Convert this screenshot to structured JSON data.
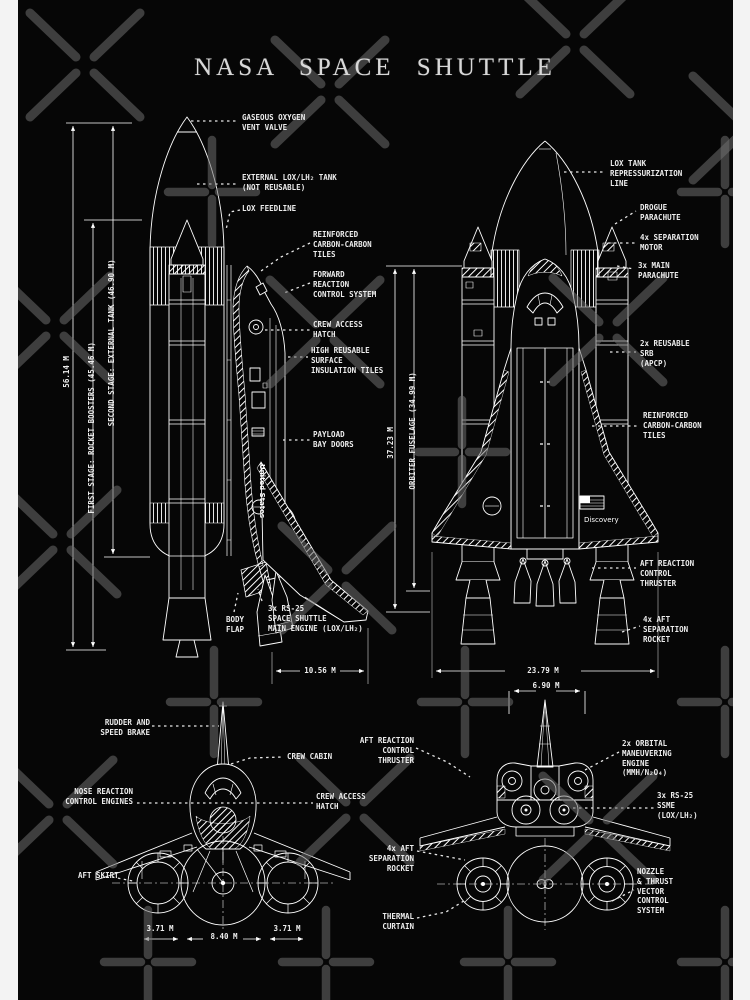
{
  "title": "NASA SPACE SHUTTLE",
  "colors": {
    "page_bg": "#f3f3f3",
    "art_bg": "#060606",
    "line": "#ffffff",
    "label": "#ededed",
    "title_color": "#d8d8d8",
    "watermark": "#3e3e3e"
  },
  "figures": {
    "stack_side": {
      "labels": {
        "gox_vent": "GASEOUS OXYGEN\nVENT VALVE",
        "external_tank": "EXTERNAL LOX/LH₂ TANK\n(NOT REUSABLE)",
        "lox_feedline": "LOX FEEDLINE",
        "rcc_tiles": "REINFORCED\nCARBON-CARBON\nTILES",
        "forward_rcs": "FORWARD\nREACTION\nCONTROL SYSTEM",
        "crew_access_hatch": "CREW ACCESS\nHATCH",
        "hrsi_tiles": "HIGH REUSABLE\nSURFACE\nINSULATION TILES",
        "payload_bay_doors": "PAYLOAD\nBAY DOORS",
        "body_flap": "BODY\nFLAP",
        "main_engine": "3x RS-25\nSPACE SHUTTLE\nMAIN ENGINE (LOX/LH₂)"
      },
      "markings": {
        "united_states": "United States"
      },
      "dimensions": {
        "total_height": "56.14 M",
        "first_stage": "FIRST STAGE: ROCKET BOOSTERS (45.46 M)",
        "second_stage": "SECOND STAGE: EXTERNAL TANK (46.90 M)",
        "width": "10.56 M"
      }
    },
    "stack_top": {
      "labels": {
        "lox_repress": "LOX TANK\nREPRESSURIZATION\nLINE",
        "drogue_parachute": "DROGUE\nPARACHUTE",
        "separation_motor": "4x SEPARATION\nMOTOR",
        "main_parachute": "3x MAIN\nPARACHUTE",
        "reusable_srb": "2x REUSABLE\nSRB\n(APCP)",
        "rcc_tiles": "REINFORCED\nCARBON-CARBON\nTILES",
        "aft_rcs": "AFT REACTION\nCONTROL\nTHRUSTER",
        "aft_separation_rocket": "4x AFT\nSEPARATION\nROCKET"
      },
      "markings": {
        "orbiter_name": "Discovery"
      },
      "dimensions": {
        "stack_height": "37.23 M",
        "orbiter_fuselage": "ORBITER FUSELAGE (34.99 M)",
        "wingspan": "23.79 M"
      }
    },
    "front_view": {
      "labels": {
        "rudder": "RUDDER AND\nSPEED BRAKE",
        "crew_cabin": "CREW CABIN",
        "nose_rcs": "NOSE REACTION\nCONTROL ENGINES",
        "crew_access_hatch": "CREW ACCESS\nHATCH",
        "aft_skirt": "AFT SKIRT"
      },
      "dimensions": {
        "srb_left": "3.71 M",
        "et_diameter": "8.40 M",
        "srb_right": "3.71 M"
      }
    },
    "rear_view": {
      "labels": {
        "aft_rcs": "AFT REACTION\nCONTROL\nTHRUSTER",
        "oms_engine": "2x ORBITAL\nMANEUVERING\nENGINE\n(MMH/N₂O₄)",
        "ssme": "3x RS-25\nSSME\n(LOX/LH₂)",
        "aft_separation_rocket": "4x AFT\nSEPARATION\nROCKET",
        "thermal_curtain": "THERMAL\nCURTAIN",
        "nozzle_tvc": "NOZZLE\n& THRUST\nVECTOR\nCONTROL\nSYSTEM"
      },
      "dimensions": {
        "oms_pod_width": "6.90 M"
      }
    }
  }
}
